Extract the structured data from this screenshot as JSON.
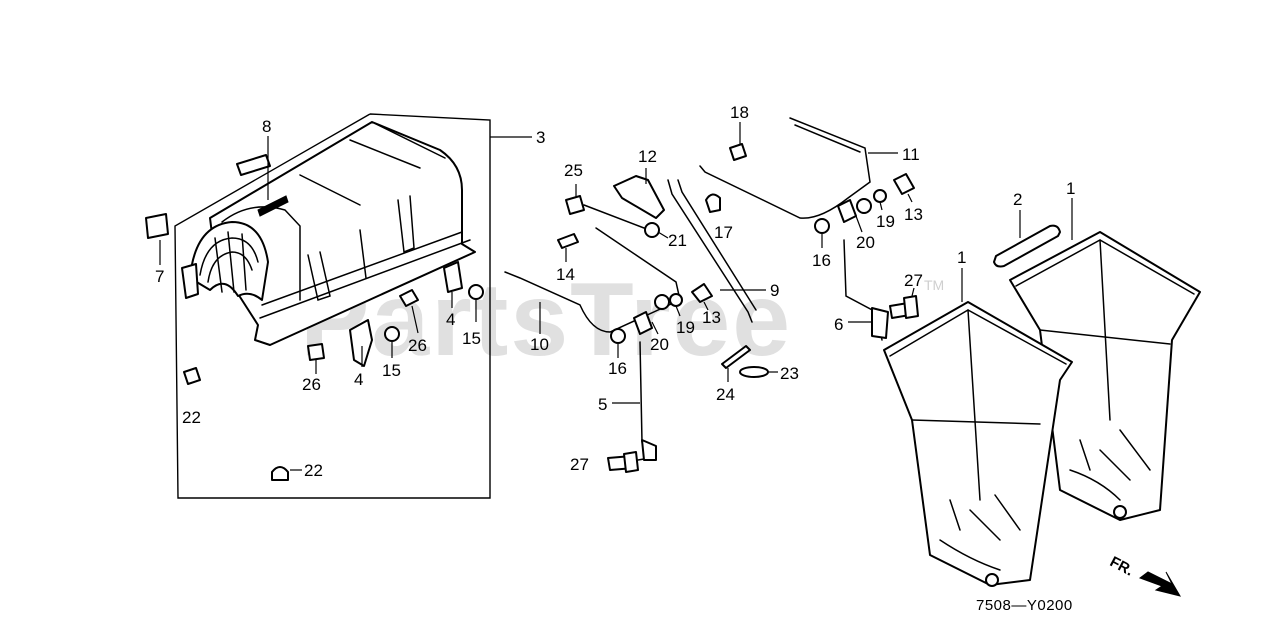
{
  "diagram": {
    "drawing_code": "7508—Y0200",
    "direction_label": "FR.",
    "watermark": "PartsTree",
    "watermark_tm": "TM"
  },
  "callouts": {
    "c1a": "1",
    "c1b": "1",
    "c2": "2",
    "c3": "3",
    "c4a": "4",
    "c4b": "4",
    "c5": "5",
    "c6": "6",
    "c7": "7",
    "c8": "8",
    "c9": "9",
    "c10": "10",
    "c11": "11",
    "c12": "12",
    "c13a": "13",
    "c13b": "13",
    "c14": "14",
    "c15a": "15",
    "c15b": "15",
    "c16a": "16",
    "c16b": "16",
    "c17": "17",
    "c18": "18",
    "c19a": "19",
    "c19b": "19",
    "c20a": "20",
    "c20b": "20",
    "c21": "21",
    "c22a": "22",
    "c22b": "22",
    "c23": "23",
    "c24": "24",
    "c25": "25",
    "c26a": "26",
    "c26b": "26",
    "c27a": "27",
    "c27b": "27"
  }
}
